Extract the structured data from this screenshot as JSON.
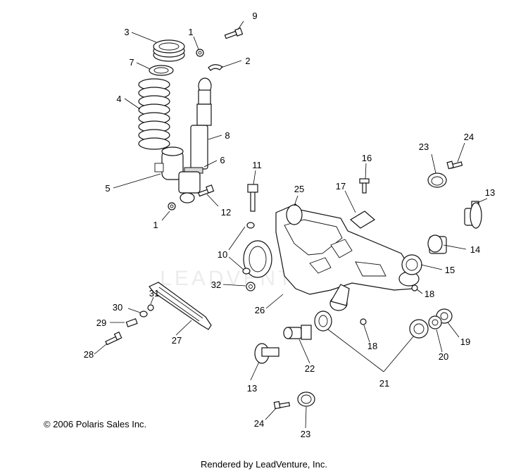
{
  "callouts": [
    "9",
    "3",
    "1",
    "2",
    "7",
    "4",
    "8",
    "6",
    "5",
    "12",
    "1",
    "11",
    "16",
    "23",
    "24",
    "25",
    "17",
    "13",
    "10",
    "14",
    "15",
    "32",
    "18",
    "31",
    "26",
    "30",
    "29",
    "27",
    "18",
    "19",
    "20",
    "28",
    "22",
    "21",
    "13",
    "24",
    "23"
  ],
  "copyright": "© 2006 Polaris Sales Inc.",
  "rendered_by": "Rendered by LeadVenture, Inc.",
  "watermark": "LEADVENTURE"
}
